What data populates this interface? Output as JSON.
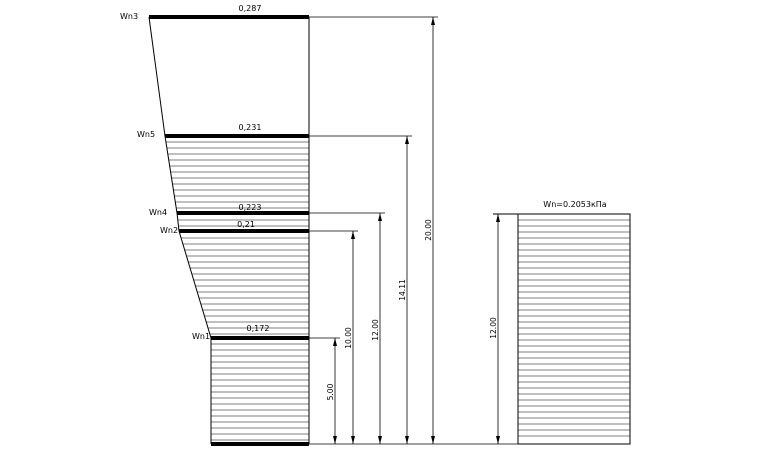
{
  "levels": [
    {
      "name": "Wn3",
      "value": "0,287"
    },
    {
      "name": "Wn5",
      "value": "0,231"
    },
    {
      "name": "Wn4",
      "value": "0,223"
    },
    {
      "name": "Wn2",
      "value": "0,21"
    },
    {
      "name": "Wn1",
      "value": "0,172"
    }
  ],
  "dimensions": [
    "20.00",
    "14.11",
    "12.00",
    "10.00",
    "5.00"
  ],
  "uniform": {
    "label": "Wn=0.2053кПа",
    "dimension": "12.00"
  }
}
